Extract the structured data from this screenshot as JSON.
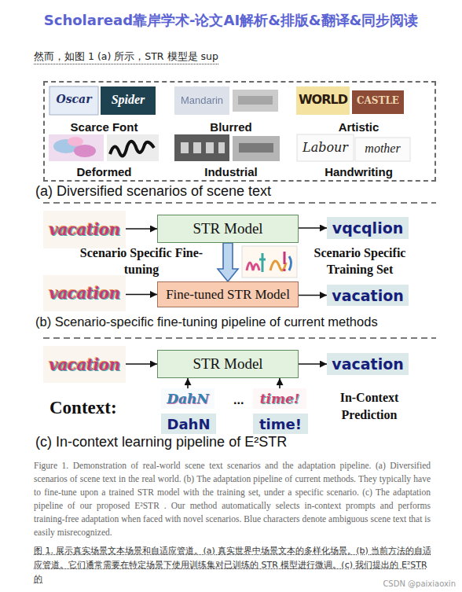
{
  "diagram": {
    "caption": "Figure 1. Demonstration of real-world scene text scenarios and the adaptation pipeline. (a) Diversified scenarios of scene text in the real world. (b) The adaptation pipeline of current methods. They typically have to fine-tune upon a trained STR model with the training set, under a specific scenario. (c) The adaptation pipeline of our proposed E²STR . Our method automatically selects in-context prompts and performs training-free adaptation when faced with novel scenarios. Blue characters denote ambiguous scene text that is easily misrecognized.",
    "nodes": [
      {
        "text": [
          "(a) Diversified scenarios of scene text"
        ]
      },
      {
        "text": [
          "Scarce Font"
        ],
        "in": 0
      },
      {
        "text": [
          "Blurred"
        ],
        "in": 0
      },
      {
        "text": [
          "Artistic"
        ],
        "in": 0
      },
      {
        "text": [
          "Deformed"
        ],
        "in": 0
      },
      {
        "text": [
          "Industrial"
        ],
        "in": 0
      },
      {
        "text": [
          "Handwriting"
        ],
        "in": 0
      },
      {
        "text": [
          "vacation"
        ]
      },
      {
        "text": [
          "STR Model"
        ]
      },
      {
        "text": [
          "vqcqlion"
        ]
      },
      {
        "text": [
          "vacation"
        ]
      },
      {
        "text": [
          "Fine-tuned STR Model"
        ]
      },
      {
        "text": [
          "vacation"
        ]
      },
      {
        "text": [
          "vacation"
        ]
      },
      {
        "text": [
          "STR Model"
        ]
      },
      {
        "text": [
          "vacation"
        ]
      },
      {
        "text": [
          "DahN"
        ]
      },
      {
        "text": [
          "DahN"
        ]
      },
      {
        "text": [
          "time!"
        ]
      },
      {
        "text": [
          "time!"
        ]
      }
    ],
    "edges": [
      {
        "from": 7,
        "to": 8,
        "arrow": "to"
      },
      {
        "from": 8,
        "to": 9,
        "arrow": "to"
      },
      {
        "from": 8,
        "to": 11,
        "arrow": "to"
      },
      {
        "from": 10,
        "to": 11,
        "arrow": "to"
      },
      {
        "from": 11,
        "to": 12,
        "arrow": "to"
      },
      {
        "from": 13,
        "to": 14,
        "arrow": "to"
      },
      {
        "from": 14,
        "to": 15,
        "arrow": "to"
      },
      {
        "from": 16,
        "to": 14,
        "arrow": "to"
      },
      {
        "from": 18,
        "to": 14,
        "arrow": "to"
      }
    ],
    "labels": [
      "Scholaread靠岸学术-论文AI解析&排版&翻译&同步阅读",
      "然而，如图 1 (a) 所示，STR 模型是 sup",
      "Oscar",
      "Spider",
      "Mandarin",
      "WORLD",
      "CASTLE",
      "Labour",
      "mother",
      "Scenario Specific Fine-tuning",
      "Scenario Specific Training Set",
      "(b) Scenario-specific fine-tuning pipeline of current methods",
      "Context:",
      "...",
      "In-Context Prediction",
      "(c) In-context learning pipeline of E²STR",
      "图 1. 展示真实场景文本场景和自适应管道。(a) 真实世界中场景文本的多样化场景。(b) 当前方法的自适应管道。它们通常需要在特定场景下使用训练集对已训练的 STR 模型进行微调。(c) 我们提出的 E²STR  的",
      "CSDN @paixiaoxin"
    ]
  }
}
